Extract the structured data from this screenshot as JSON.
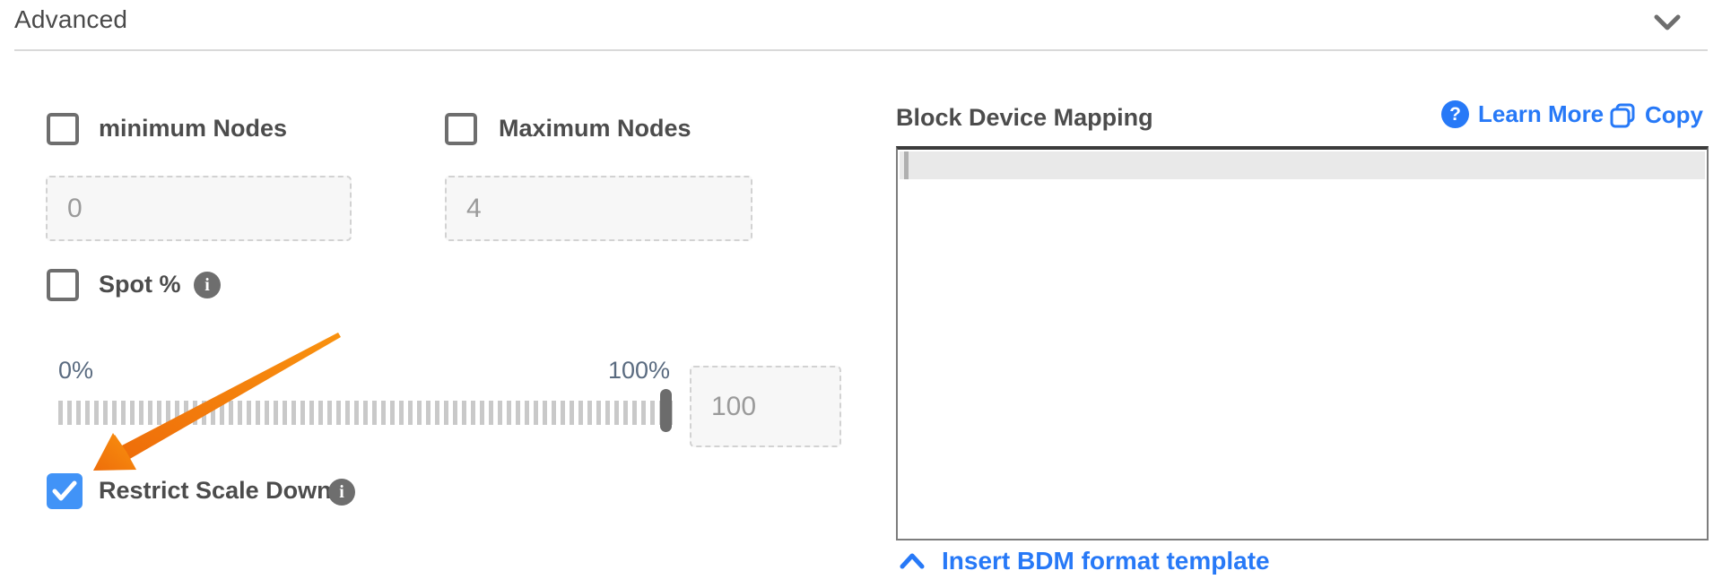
{
  "header": {
    "title": "Advanced",
    "collapse_icon": "chevron-down-icon",
    "collapsed": false
  },
  "left_panel": {
    "min_nodes": {
      "label": "minimum Nodes",
      "checked": false,
      "value": "0"
    },
    "max_nodes": {
      "label": "Maximum Nodes",
      "checked": false,
      "value": "4"
    },
    "spot": {
      "label": "Spot %",
      "checked": false,
      "info_icon": "info-icon"
    },
    "slider": {
      "min_label": "0%",
      "max_label": "100%",
      "position_percent": 100,
      "input_value": "100"
    },
    "restrict_scale_down": {
      "label": "Restrict Scale Down",
      "checked": true,
      "info_icon": "info-icon"
    }
  },
  "right_panel": {
    "title": "Block Device Mapping",
    "learn_more": {
      "label": "Learn More",
      "icon": "question-icon"
    },
    "copy": {
      "label": "Copy",
      "icon": "copy-icon"
    },
    "editor": {
      "content": "",
      "cursor_visible": true,
      "active_line_highlighted": true
    },
    "insert_template": {
      "label": "Insert BDM format template",
      "icon": "chevron-up-icon"
    }
  },
  "annotation": {
    "type": "arrow",
    "color": "#f4790f",
    "points_to": "restrict-scale-down-checkbox"
  },
  "colors": {
    "accent_blue": "#4193f7",
    "link_blue": "#2779f7",
    "text_dark": "#4c4c4c",
    "placeholder_gray": "#9a9a9a",
    "slider_label": "#5a6b80",
    "annotation_orange": "#f4790f"
  }
}
